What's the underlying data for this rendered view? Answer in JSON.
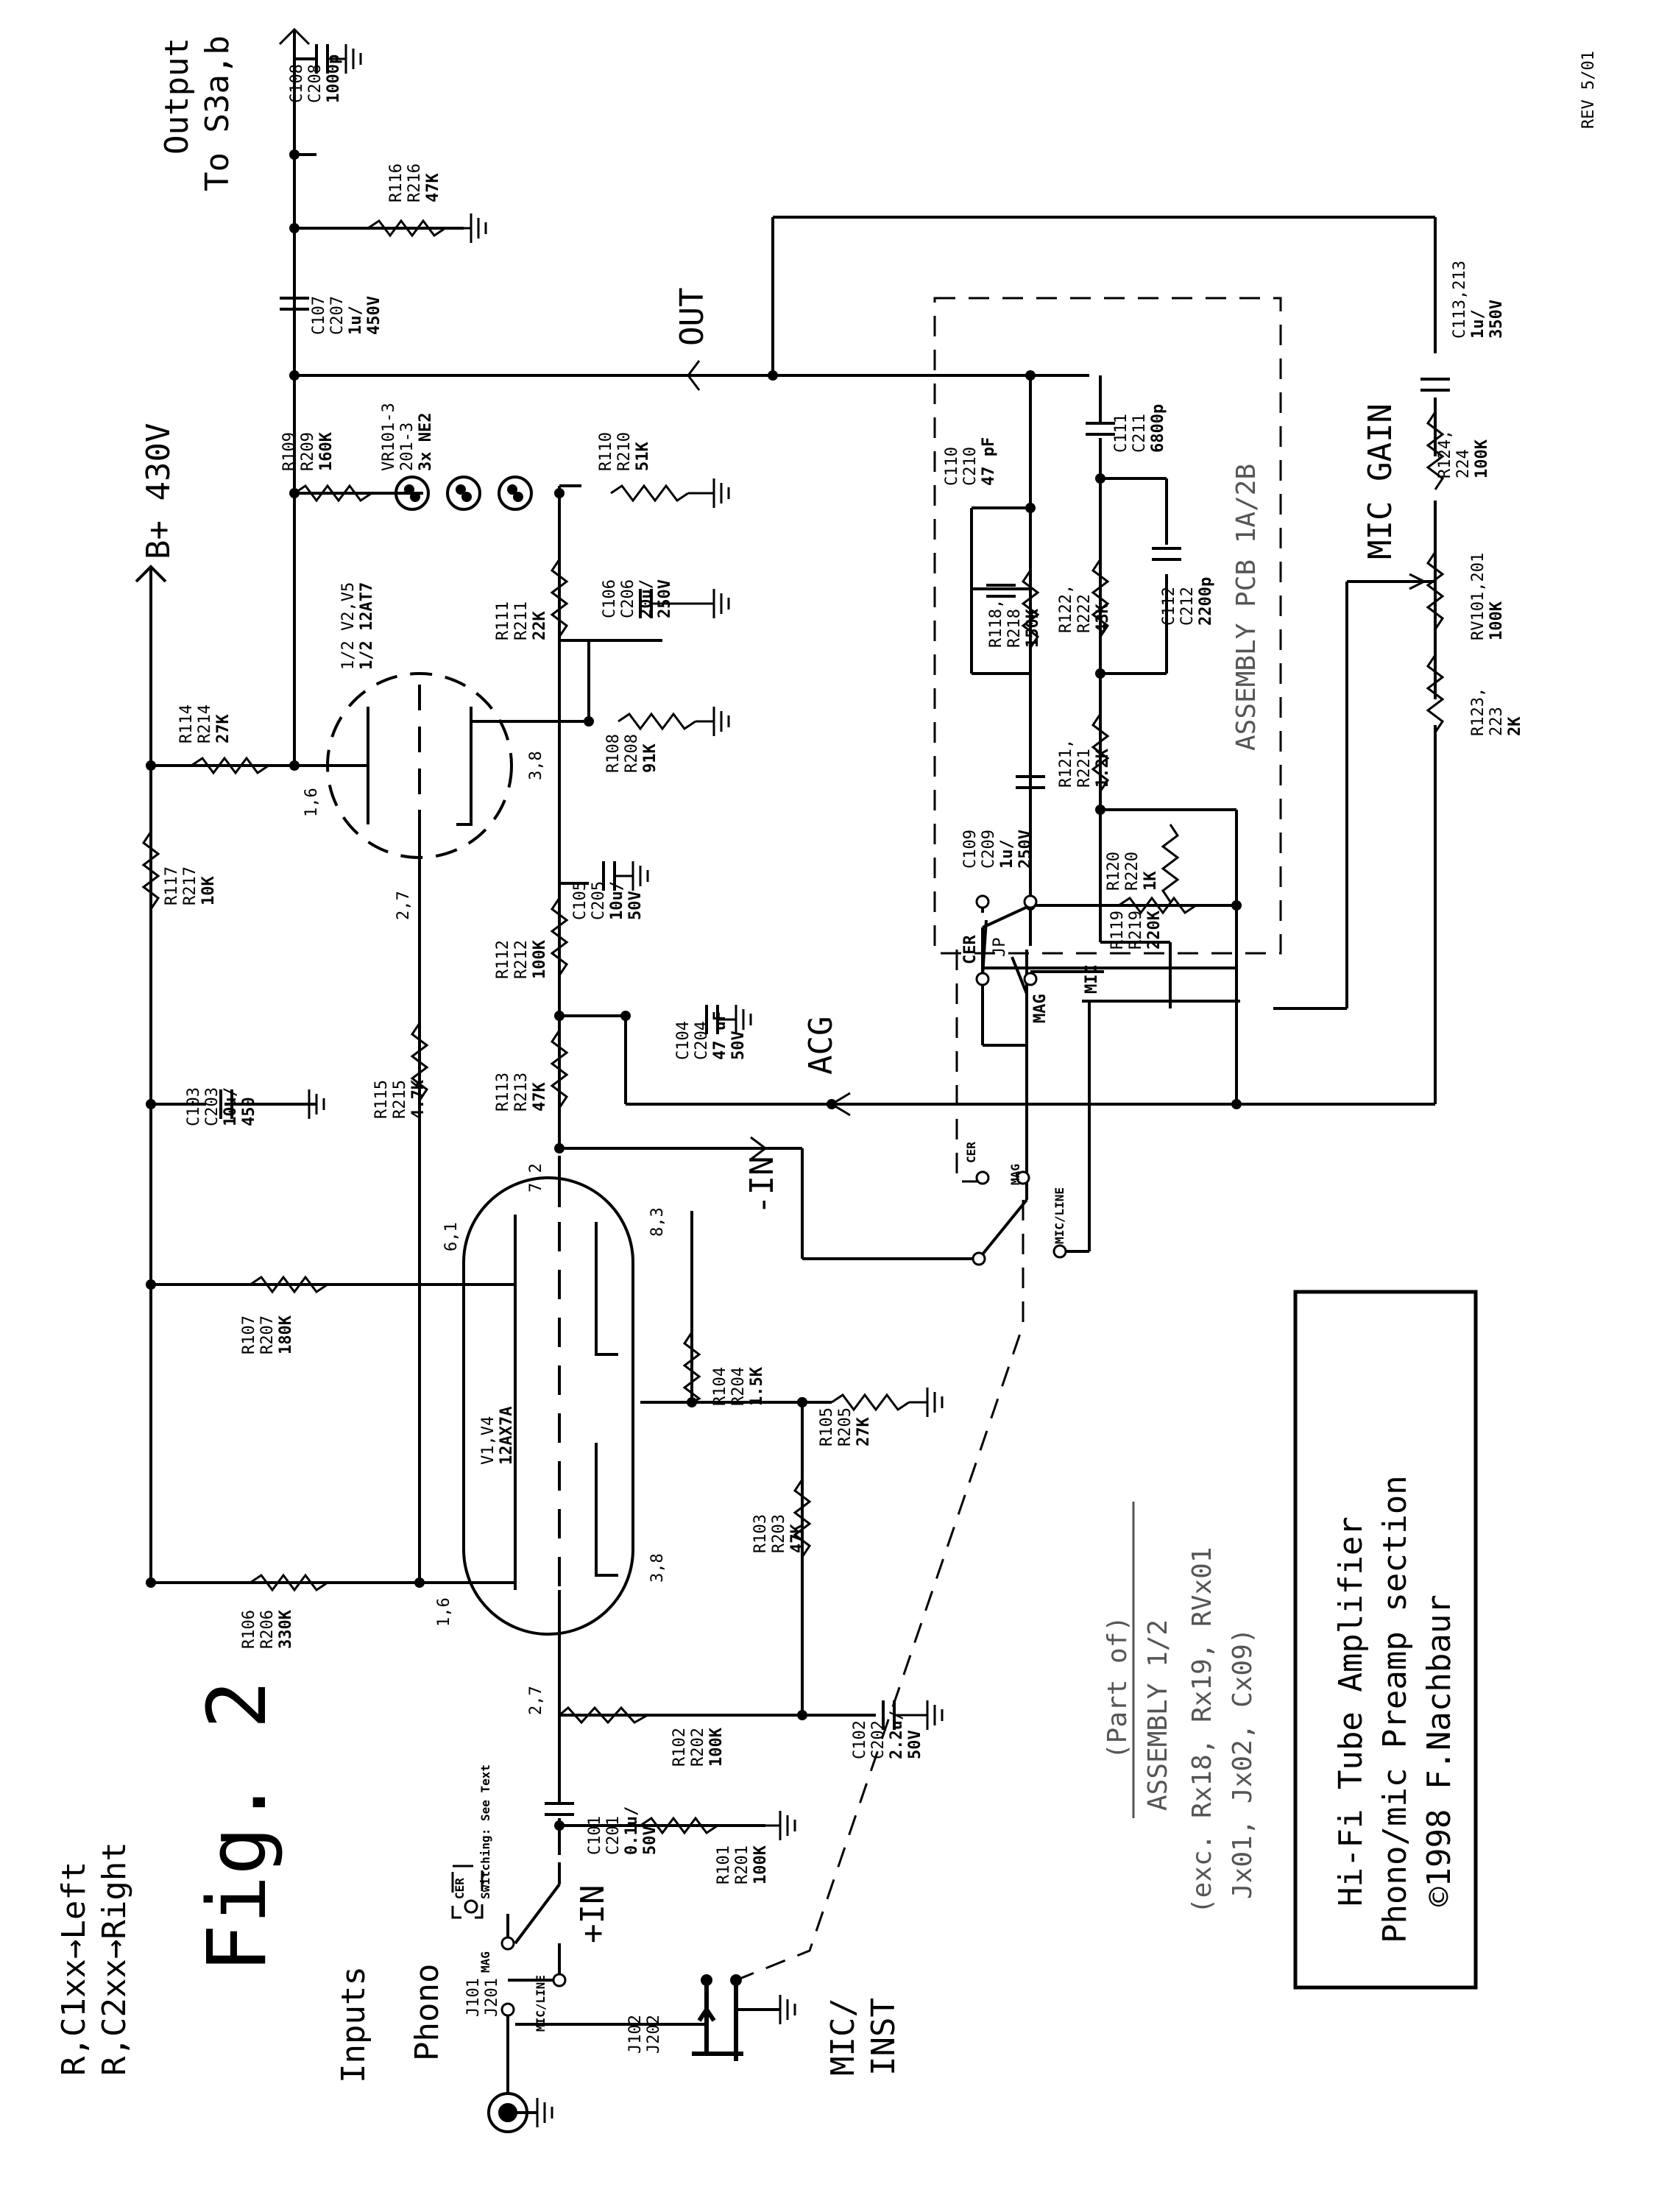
{
  "sheet": {
    "revision": "REV 5/01",
    "legend_left": "R,C1xx→Left",
    "legend_right": "R,C2xx→Right",
    "fig_label": "Fig. 2",
    "inputs_label": "Inputs",
    "phono_label": "Phono",
    "mic_inst_label": "MIC/",
    "mic_inst_label2": "INST",
    "b_plus": "B+ 430V",
    "output_label": "Output",
    "output_label2": "To S3a,b",
    "out_label": "OUT",
    "acg_label": "ACG",
    "minus_in": "-IN",
    "plus_in": "+IN",
    "mic_gain": "MIC GAIN",
    "pcb_label": "ASSEMBLY PCB 1A/2B",
    "switching_note": "Switching: See Text",
    "jp_label": "JP",
    "cer": "CER",
    "mag": "MAG",
    "mic": "MIC",
    "micline": "MIC/LINE"
  },
  "assembly_note": {
    "line1": "(Part of)",
    "line2": "ASSEMBLY 1/2",
    "line3": "(exc. Rx18, Rx19, RVx01",
    "line4": "Jx01, Jx02, Cx09)"
  },
  "title_block": {
    "line1": "Hi-Fi Tube Amplifier",
    "line2": "Phono/mic Preamp section",
    "line3": "©1998 F.Nachbaur"
  },
  "tubes": {
    "v1": {
      "ref": "V1,V4",
      "type": "12AX7A"
    },
    "v2": {
      "ref": "1/2 V2,V5",
      "type": "1/2 12AT7"
    }
  },
  "pins": {
    "p16a": "1,6",
    "p27a": "2,7",
    "p38a": "3,8",
    "p61": "6,1",
    "p72": "7,2",
    "p83": "8,3",
    "p16b": "1,6",
    "p27b": "2,7",
    "p38b": "3,8"
  },
  "connectors": {
    "j101": "J101",
    "j201": "J201",
    "j102": "J102",
    "j202": "J202"
  },
  "components": [
    {
      "id": "r106",
      "ref1": "R106",
      "ref2": "R206",
      "value": "330K"
    },
    {
      "id": "r107",
      "ref1": "R107",
      "ref2": "R207",
      "value": "180K"
    },
    {
      "id": "r115",
      "ref1": "R115",
      "ref2": "R215",
      "value": "4.7K"
    },
    {
      "id": "r117",
      "ref1": "R117",
      "ref2": "R217",
      "value": "10K"
    },
    {
      "id": "r114",
      "ref1": "R114",
      "ref2": "R214",
      "value": "27K"
    },
    {
      "id": "r109",
      "ref1": "R109",
      "ref2": "R209",
      "value": "160K"
    },
    {
      "id": "r116",
      "ref1": "R116",
      "ref2": "R216",
      "value": "47K"
    },
    {
      "id": "r110",
      "ref1": "R110",
      "ref2": "R210",
      "value": "51K"
    },
    {
      "id": "r111",
      "ref1": "R111",
      "ref2": "R211",
      "value": "22K"
    },
    {
      "id": "r108",
      "ref1": "R108",
      "ref2": "R208",
      "value": "91K"
    },
    {
      "id": "r112",
      "ref1": "R112",
      "ref2": "R212",
      "value": "100K"
    },
    {
      "id": "r113",
      "ref1": "R113",
      "ref2": "R213",
      "value": "47K"
    },
    {
      "id": "r104",
      "ref1": "R104",
      "ref2": "R204",
      "value": "1.5K"
    },
    {
      "id": "r105",
      "ref1": "R105",
      "ref2": "R205",
      "value": "27K"
    },
    {
      "id": "r103",
      "ref1": "R103",
      "ref2": "R203",
      "value": "47K"
    },
    {
      "id": "r102",
      "ref1": "R102",
      "ref2": "R202",
      "value": "100K"
    },
    {
      "id": "r101",
      "ref1": "R101",
      "ref2": "R201",
      "value": "100K"
    },
    {
      "id": "r118",
      "ref1": "R118,",
      "ref2": "R218",
      "value": "150K"
    },
    {
      "id": "r122",
      "ref1": "R122,",
      "ref2": "R222",
      "value": "43K"
    },
    {
      "id": "r121",
      "ref1": "R121,",
      "ref2": "R221",
      "value": "1.2K"
    },
    {
      "id": "r120",
      "ref1": "R120",
      "ref2": "R220",
      "value": "1K"
    },
    {
      "id": "r119",
      "ref1": "R119",
      "ref2": "R219",
      "value": "220K"
    },
    {
      "id": "r124",
      "ref1": "R124,",
      "ref2": "224",
      "value": "100K"
    },
    {
      "id": "rv101",
      "ref1": "RV101,201",
      "ref2": "",
      "value": "100K"
    },
    {
      "id": "r123",
      "ref1": "R123,",
      "ref2": "223",
      "value": "2K"
    },
    {
      "id": "c108",
      "ref1": "C108",
      "ref2": "C208",
      "value": "1000p"
    },
    {
      "id": "c107",
      "ref1": "C107",
      "ref2": "C207",
      "value": "1u/",
      "value2": "450V"
    },
    {
      "id": "c106",
      "ref1": "C106",
      "ref2": "C206",
      "value": "20u/",
      "value2": "250V"
    },
    {
      "id": "c105",
      "ref1": "C105",
      "ref2": "C205",
      "value": "10u/",
      "value2": "50V"
    },
    {
      "id": "c104",
      "ref1": "C104",
      "ref2": "C204",
      "value": "47 uF",
      "value2": "50V"
    },
    {
      "id": "c103",
      "ref1": "C103",
      "ref2": "C203",
      "value": "10u/",
      "value2": "450"
    },
    {
      "id": "c102",
      "ref1": "C102",
      "ref2": "C202",
      "value": "2.2u/",
      "value2": "50V"
    },
    {
      "id": "c101",
      "ref1": "C101",
      "ref2": "C201",
      "value": "0.1u/",
      "value2": "50V"
    },
    {
      "id": "c110",
      "ref1": "C110",
      "ref2": "C210",
      "value": "47 pF"
    },
    {
      "id": "c111",
      "ref1": "C111",
      "ref2": "C211",
      "value": "6800p"
    },
    {
      "id": "c112",
      "ref1": "C112",
      "ref2": "C212",
      "value": "2200p"
    },
    {
      "id": "c109",
      "ref1": "C109",
      "ref2": "C209",
      "value": "1u/",
      "value2": "250V"
    },
    {
      "id": "c113",
      "ref1": "C113,213",
      "ref2": "",
      "value": "1u/",
      "value2": "350V"
    },
    {
      "id": "vr101",
      "ref1": "VR101-3",
      "ref2": "201-3",
      "value": "3x NE2"
    }
  ]
}
